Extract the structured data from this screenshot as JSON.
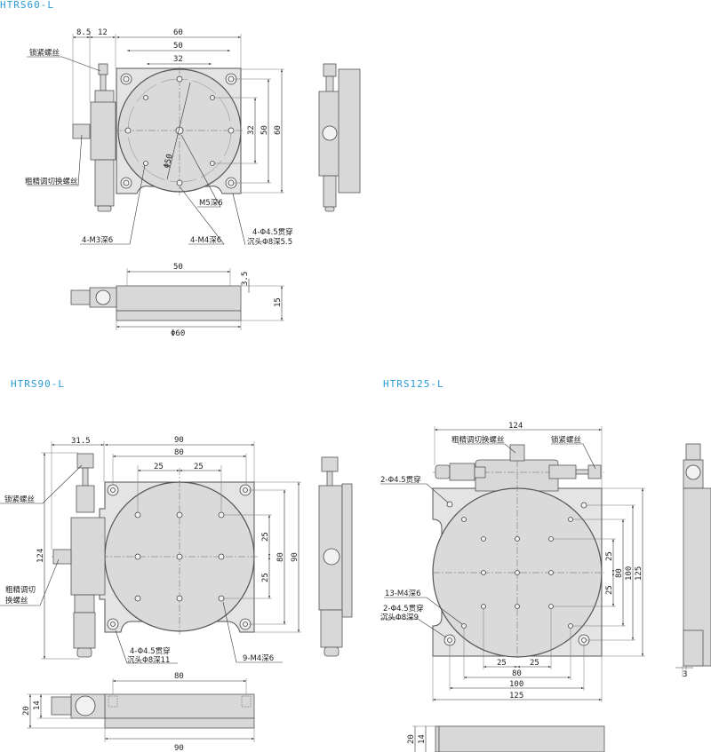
{
  "htrs60": {
    "title": "HTRS60-L",
    "dims": {
      "d8_5": "8.5",
      "d12": "12",
      "d60": "60",
      "d50": "50",
      "d32": "32",
      "v32": "32",
      "v50": "50",
      "v60": "60",
      "phi50": "Φ50",
      "front50": "50",
      "front3_5": "3.5",
      "front15": "15",
      "frontPhi60": "Φ60"
    },
    "labels": {
      "lock_screw": "锁紧螺丝",
      "coarse_fine_screw": "粗精调切换螺丝",
      "m5": "M5深6",
      "m3": "4-M3深6",
      "m4": "4-M4深6",
      "through_1": "4-Φ4.5贯穿",
      "through_2": "沉头Φ8深5.5"
    }
  },
  "htrs90": {
    "title": "HTRS90-L",
    "dims": {
      "d31_5": "31.5",
      "d90": "90",
      "d80": "80",
      "d25a": "25",
      "d25b": "25",
      "v25a": "25",
      "v25b": "25",
      "v80": "80",
      "v90": "90",
      "v124": "124",
      "front80": "80",
      "front90": "90",
      "front20": "20",
      "front14": "14"
    },
    "labels": {
      "lock_screw": "锁紧螺丝",
      "coarse_fine_1": "粗精调切",
      "coarse_fine_2": "换螺丝",
      "through_1": "4-Φ4.5贯穿",
      "through_2": "沉头Φ8深11",
      "m4": "9-M4深6"
    }
  },
  "htrs125": {
    "title": "HTRS125-L",
    "dims": {
      "d124": "124",
      "b25a": "25",
      "b25b": "25",
      "b80": "80",
      "b100": "100",
      "b125": "125",
      "v25a": "25",
      "v25b": "25",
      "v80": "80",
      "v100": "100",
      "v125": "125",
      "side3": "3",
      "front20": "20",
      "front14": "14"
    },
    "labels": {
      "coarse_fine_screw": "粗精调切换螺丝",
      "lock_screw": "锁紧螺丝",
      "through_top": "2-Φ4.5贯穿",
      "m4": "13-M4深6",
      "through_1": "2-Φ4.5贯穿",
      "through_2": "沉头Φ8深9"
    }
  }
}
